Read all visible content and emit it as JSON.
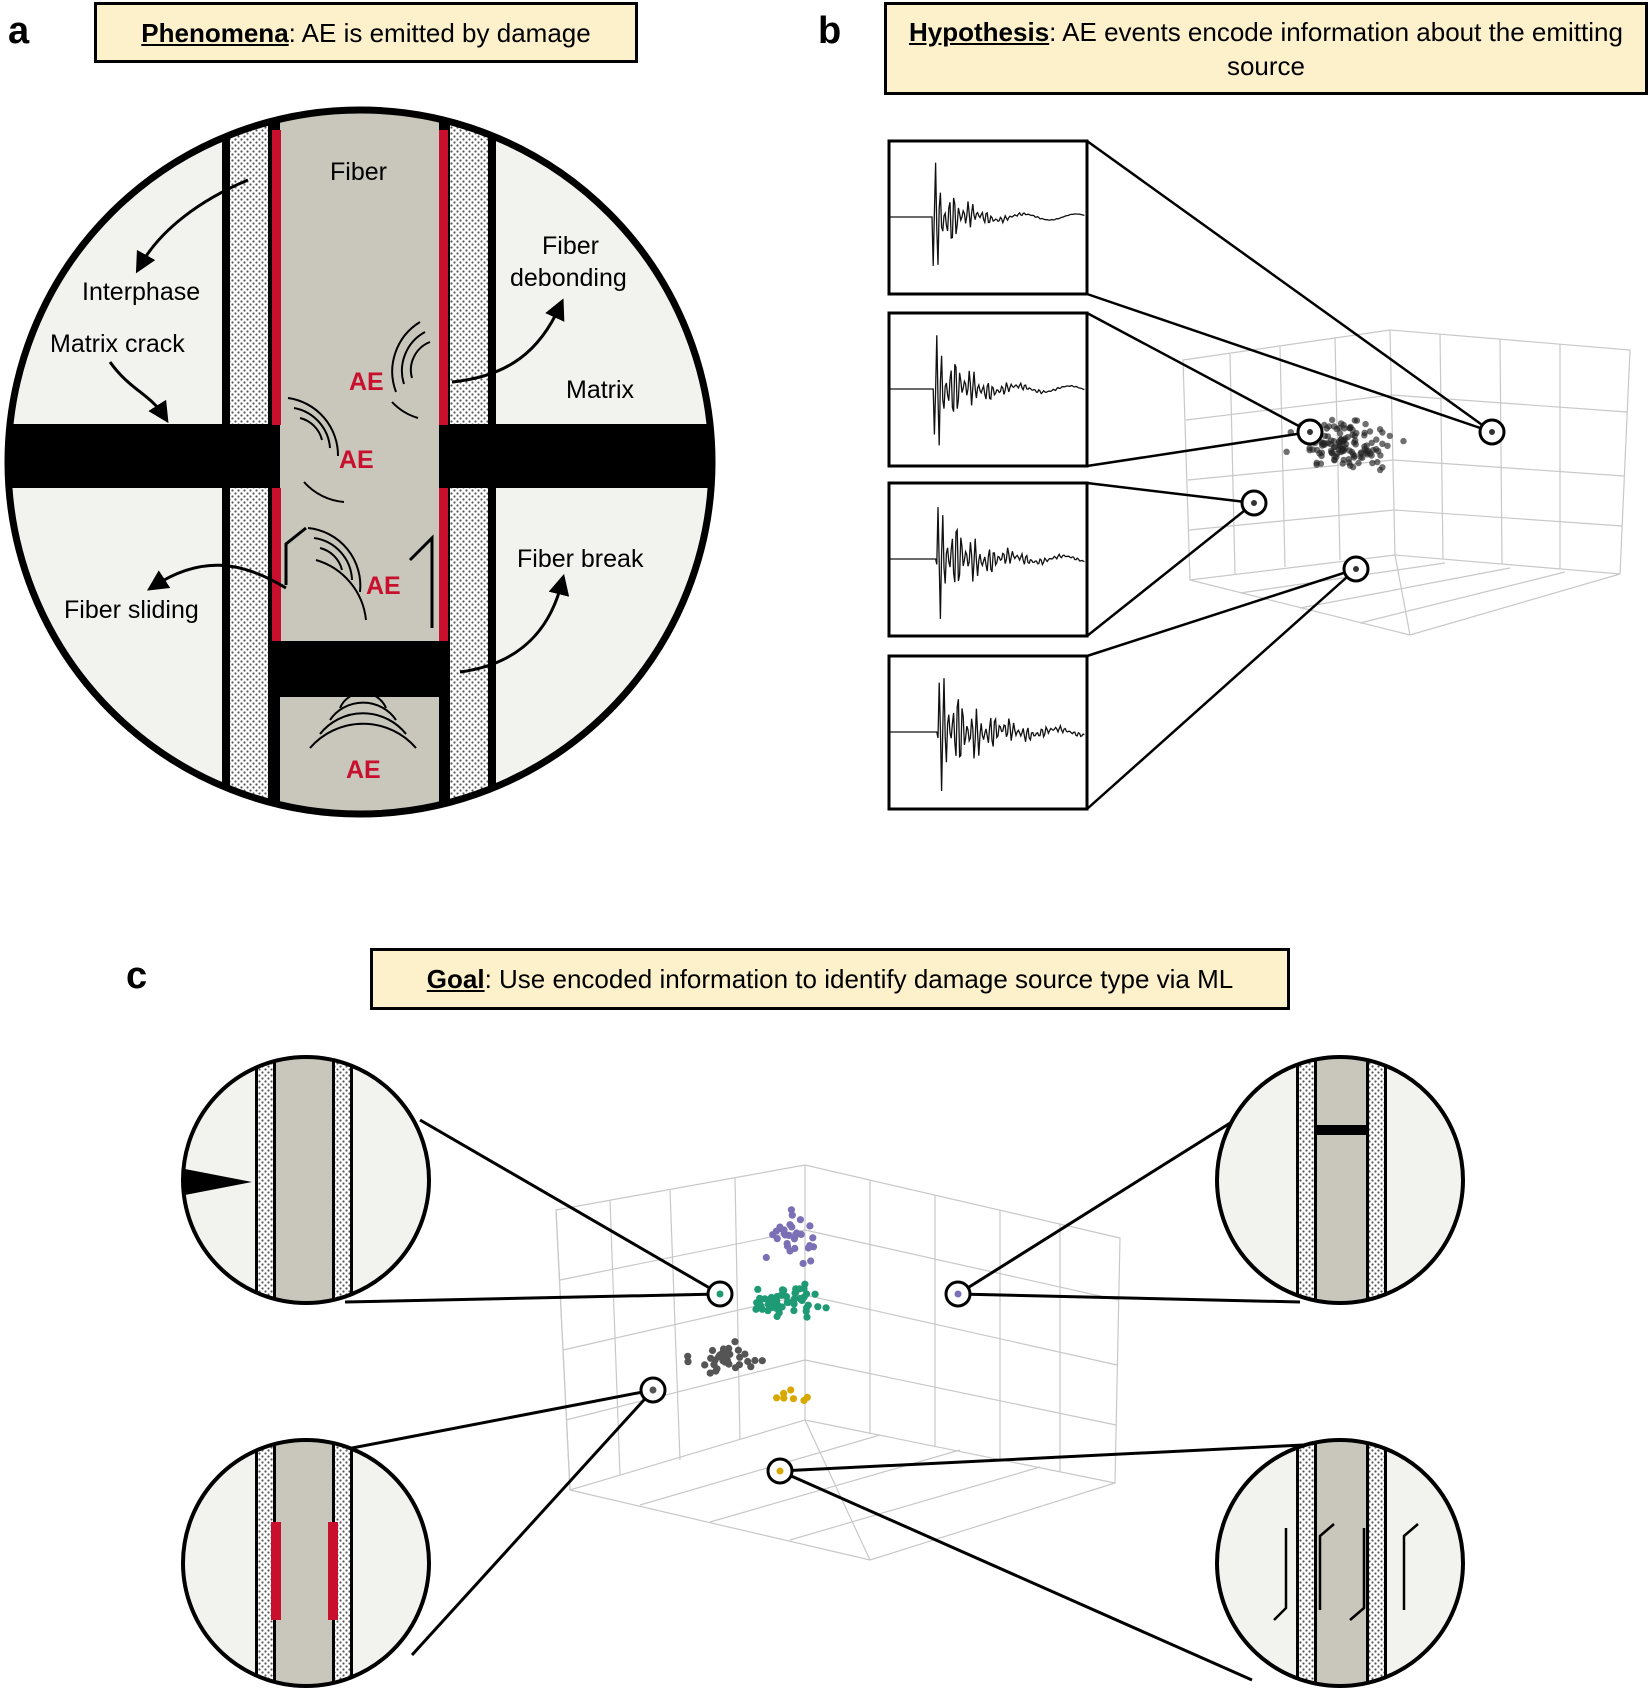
{
  "panels": {
    "a": {
      "letter": "a",
      "box": {
        "keyword": "Phenomena",
        "text": ": AE is emitted by damage"
      },
      "labels": {
        "fiber": "Fiber",
        "interphase": "Interphase",
        "matrix_crack": "Matrix crack",
        "fiber_debonding_1": "Fiber",
        "fiber_debonding_2": "debonding",
        "matrix": "Matrix",
        "fiber_break": "Fiber break",
        "fiber_sliding": "Fiber sliding",
        "ae": "AE"
      }
    },
    "b": {
      "letter": "b",
      "box": {
        "keyword": "Hypothesis",
        "text": ": AE events encode information about the emitting source"
      }
    },
    "c": {
      "letter": "c",
      "box": {
        "keyword": "Goal",
        "text": ": Use encoded information to identify damage source type via ML"
      }
    }
  },
  "colors": {
    "box_fill": "#fdf1cc",
    "ae_red": "#c8102e",
    "fiber_gray": "#c9c7bb",
    "matrix_light": "#f2f2ee",
    "cluster_purple": "#7b6fb5",
    "cluster_green": "#1e9a74",
    "cluster_gray": "#555555",
    "cluster_yellow": "#d8a800"
  }
}
